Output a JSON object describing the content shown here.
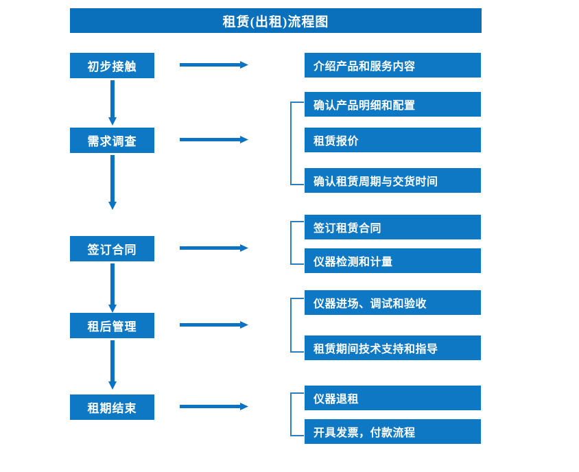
{
  "diagram": {
    "title": "租赁(出租)流程图",
    "colors": {
      "title_bar": "#0B70BC",
      "box": "#0F78C4",
      "arrow": "#0C73C2",
      "bracket": "#2E7DBE",
      "text": "#FFFFFF",
      "background": "#FFFFFF"
    },
    "type": "flowchart",
    "stages": [
      {
        "label": "初步接触",
        "details": [
          "介绍产品和服务内容"
        ],
        "bracketed": false
      },
      {
        "label": "需求调查",
        "details": [
          "确认产品明细和配置",
          "租赁报价",
          "确认租赁周期与交货时间"
        ],
        "bracketed": true
      },
      {
        "label": "签订合同",
        "details": [
          "签订租赁合同",
          "仪器检测和计量"
        ],
        "bracketed": true
      },
      {
        "label": "租后管理",
        "details": [
          "仪器进场、调试和验收",
          "租赁期间技术支持和指导"
        ],
        "bracketed": true
      },
      {
        "label": "租期结束",
        "details": [
          "仪器退租",
          "开具发票，付款流程"
        ],
        "bracketed": true
      }
    ],
    "flow_arrows": {
      "horizontal_label": "leads-to",
      "vertical_label": "next-stage",
      "count_horizontal": 5,
      "count_vertical": 4
    }
  }
}
